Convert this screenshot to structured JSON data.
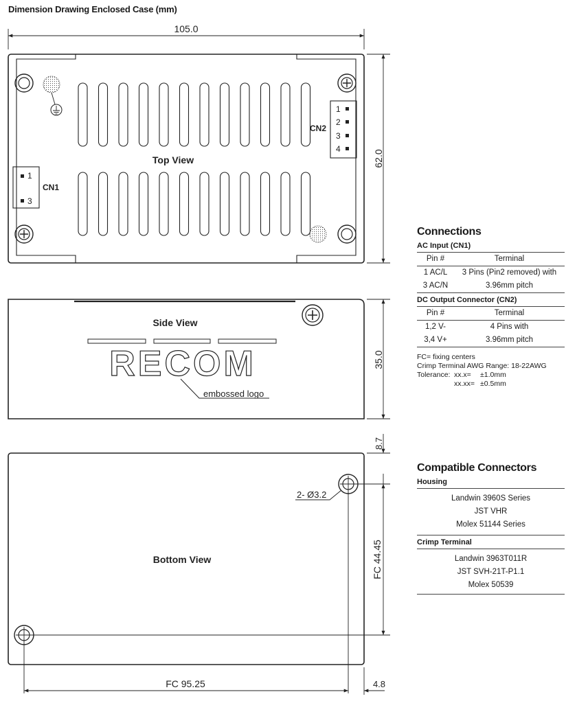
{
  "title": "Dimension Drawing Enclosed Case (mm)",
  "views": {
    "top": "Top View",
    "side": "Side View",
    "bottom": "Bottom View",
    "cn1_label": "CN1",
    "cn1_pins": [
      "1",
      "3"
    ],
    "cn2_label": "CN2",
    "cn2_pins": [
      "1",
      "2",
      "3",
      "4"
    ],
    "logo_text": "RECOM",
    "logo_note": "embossed logo",
    "hole_note": "2- Ø3.2"
  },
  "dimensions": {
    "width": "105.0",
    "height": "62.0",
    "depth": "35.0",
    "edge_offset_top": "8.7",
    "fc_vertical": "FC 44.45",
    "fc_horizontal": "FC 95.25",
    "edge_offset_right": "4.8"
  },
  "connections": {
    "title": "Connections",
    "ac_input": {
      "title": "AC Input (CN1)",
      "header": [
        "Pin #",
        "Terminal"
      ],
      "rows": [
        [
          "1 AC/L",
          "3 Pins (Pin2 removed) with"
        ],
        [
          "3 AC/N",
          "3.96mm pitch"
        ]
      ]
    },
    "dc_output": {
      "title": "DC Output Connector (CN2)",
      "header": [
        "Pin #",
        "Terminal"
      ],
      "rows": [
        [
          "1,2 V-",
          "4 Pins with"
        ],
        [
          "3,4 V+",
          "3.96mm pitch"
        ]
      ]
    },
    "notes": {
      "fc": "FC= fixing centers",
      "awg": "Crimp Terminal AWG Range: 18-22AWG",
      "tol_label": "Tolerance:",
      "tol1_key": "xx.x=",
      "tol1_val": "±1.0mm",
      "tol2_key": "xx.xx=",
      "tol2_val": "±0.5mm"
    }
  },
  "compatible": {
    "title": "Compatible Connectors",
    "housing_title": "Housing",
    "housing": [
      "Landwin 3960S Series",
      "JST VHR",
      "Molex 51144 Series"
    ],
    "crimp_title": "Crimp Terminal",
    "crimp": [
      "Landwin 3963T011R",
      "JST SVH-21T-P1.1",
      "Molex 50539"
    ]
  }
}
